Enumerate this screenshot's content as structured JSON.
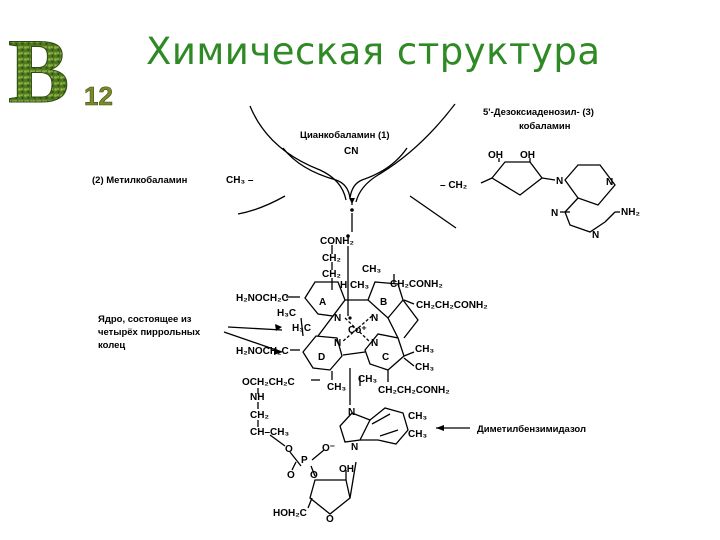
{
  "slide": {
    "title": "Химическая структура",
    "logo_letter": "B",
    "logo_subscript": "12",
    "title_color": "#2f8a25"
  },
  "labels": {
    "cyanocobalamin": "Цианкобаламин (1)",
    "cn": "CN",
    "methylcobalamin": "(2)  Метилкобаламин",
    "ch3_methyl": "CH₃ –",
    "deoxy_line1": "5'-Дезоксиаденозил- (3)",
    "deoxy_line2": "кобаламин",
    "ch2_deoxy": "– CH₂",
    "core_line1": "Ядро, состоящее из",
    "core_line2": "четырёх пиррольных",
    "core_line3": "колец",
    "dimethylbenzimidazole": "Диметилбензимидазол"
  },
  "structure": {
    "adenosine": {
      "oh1": "OH",
      "oh2": "OH",
      "n1": "N",
      "n2": "N",
      "n3": "N",
      "n4": "N",
      "nh2": "NH₂"
    },
    "conh2_top": "CONH₂",
    "ch2_a": "CH₂",
    "ch2_b": "CH₂",
    "ch3_top": "CH₃",
    "h_ch3": "H  CH₃",
    "ch2conh2_top": "CH₂CONH₂",
    "h2noch2c_top": "H₂NOCH₂C",
    "h3c_1": "H₃C",
    "h3c_2": "H₃C",
    "ch2ch2conh2_right": "CH₂CH₂CONH₂",
    "h2noch2c_bottom": "H₂NOCH₂C",
    "ring_a": "A",
    "ring_b": "B",
    "ring_c": "C",
    "ring_d": "D",
    "n_a": "N",
    "n_b": "N",
    "n_c": "N",
    "n_d": "N",
    "cobalt": "Co⁺",
    "ch3_r1": "CH₃",
    "ch3_r2": "CH₃",
    "ch3_bottom": "CH₃",
    "ch3_mid": "CH₃",
    "ch2ch2conh2_bottom": "CH₂CH₂CONH₂",
    "och2ch2c": "OCH₂CH₂C",
    "nh": "NH",
    "ch2_c": "CH₂",
    "ch_ch3": "CH–CH₃",
    "o_1": "O",
    "p": "P",
    "o_2": "O",
    "o_minus": "O⁻",
    "o_3": "O",
    "oh_ribose": "OH",
    "hoh2c": "HOH₂C",
    "o_ribose": "O",
    "bz_n1": "N",
    "bz_n2": "N",
    "bz_ch3_1": "CH₃",
    "bz_ch3_2": "CH₃"
  }
}
